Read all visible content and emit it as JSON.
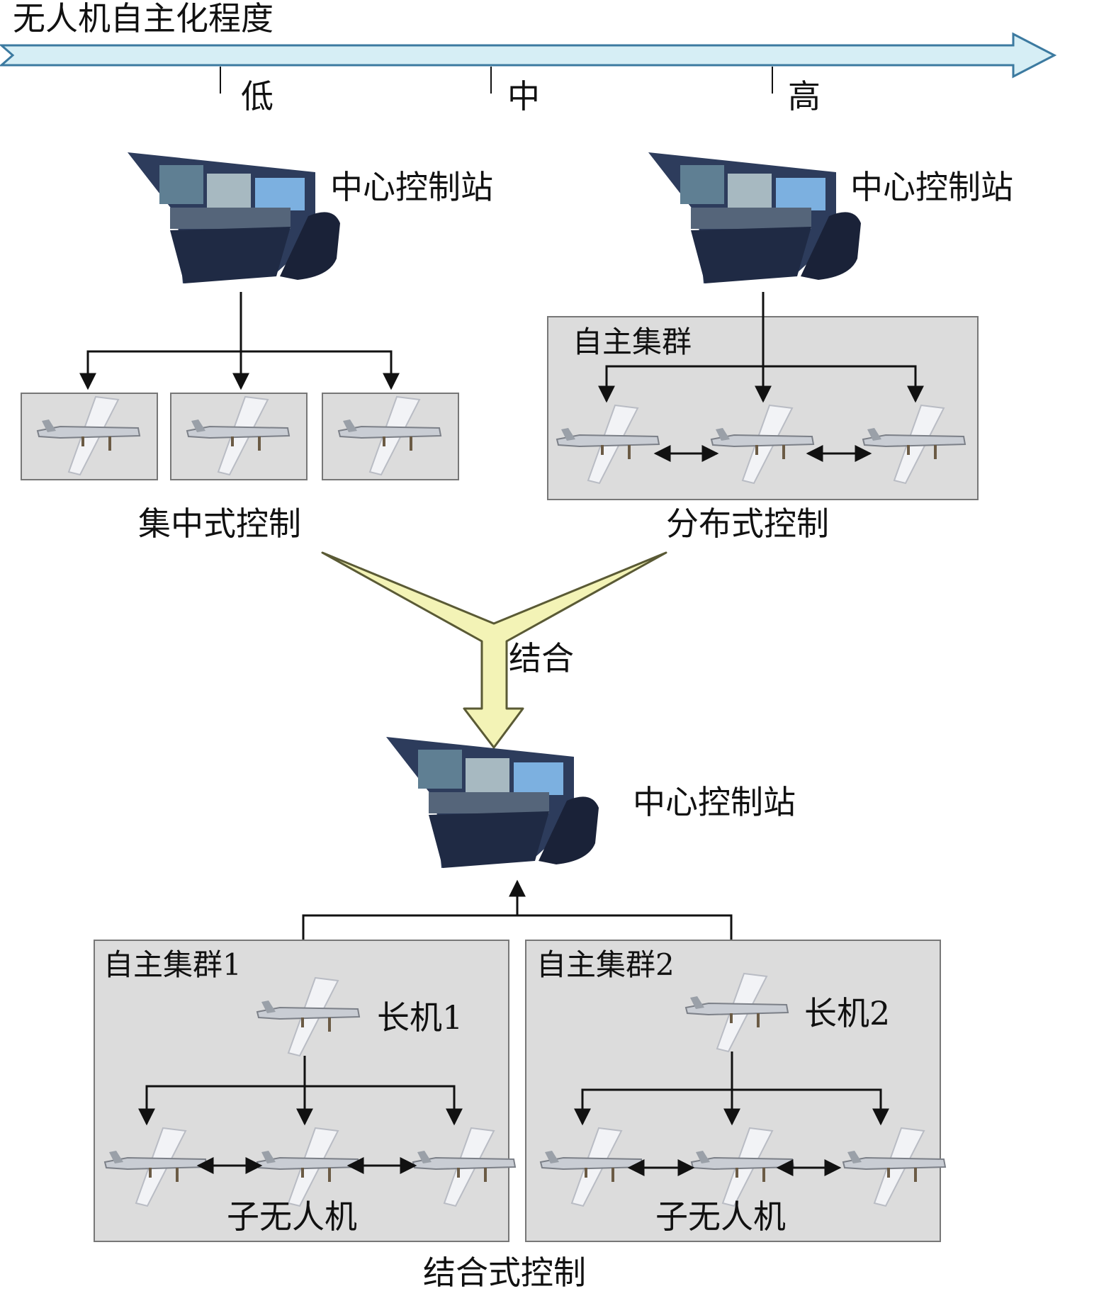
{
  "axis": {
    "title": "无人机自主化程度",
    "levels": [
      "低",
      "中",
      "高"
    ]
  },
  "centralized": {
    "station_label": "中心控制站",
    "caption": "集中式控制"
  },
  "distributed": {
    "station_label": "中心控制站",
    "cluster_label": "自主集群",
    "caption": "分布式控制"
  },
  "combine_label": "结合",
  "combined": {
    "station_label": "中心控制站",
    "clusters": [
      {
        "label": "自主集群1",
        "leader": "长机1",
        "subs": "子无人机"
      },
      {
        "label": "自主集群2",
        "leader": "长机2",
        "subs": "子无人机"
      }
    ],
    "caption": "结合式控制"
  },
  "colors": {
    "axis_fill": "#d6eef5",
    "axis_stroke": "#3c7aa0",
    "panel_fill": "#dcdcdc",
    "merge_fill": "#f3f3b6",
    "merge_stroke": "#5a5a35"
  }
}
